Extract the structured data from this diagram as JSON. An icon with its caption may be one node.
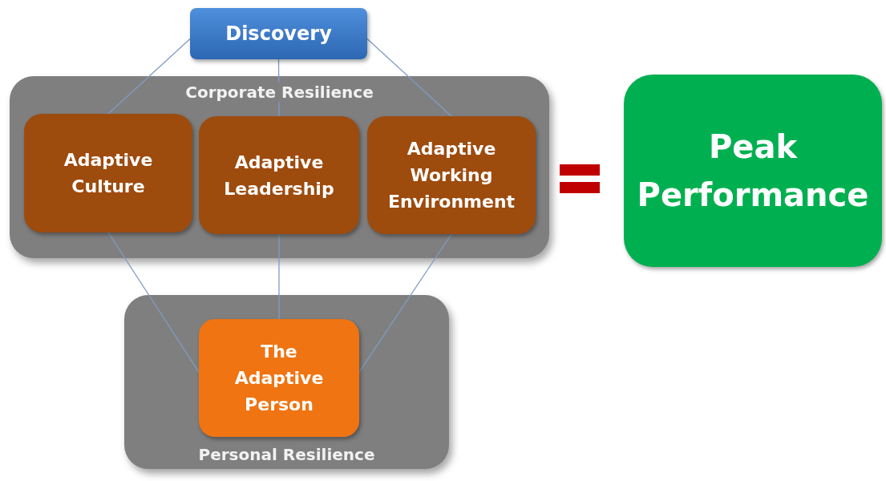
{
  "diagram": {
    "nodes": [
      {
        "text": [
          "Discovery"
        ]
      },
      {
        "text": [
          "Corporate Resilience"
        ]
      },
      {
        "text": [
          "Adaptive Culture"
        ],
        "in": 1
      },
      {
        "text": [
          "Adaptive Leadership"
        ],
        "in": 1
      },
      {
        "text": [
          "Adaptive Working Environment"
        ],
        "in": 1
      },
      {
        "text": [
          "Personal Resilience"
        ]
      },
      {
        "text": [
          "The Adaptive Person"
        ],
        "in": 5
      },
      {
        "text": [
          "Peak Performance"
        ]
      }
    ],
    "edges": [
      {
        "from": 0,
        "to": 2,
        "arrow": "none"
      },
      {
        "from": 0,
        "to": 3,
        "arrow": "none"
      },
      {
        "from": 0,
        "to": 4,
        "arrow": "none"
      },
      {
        "from": 2,
        "to": 6,
        "arrow": "none"
      },
      {
        "from": 3,
        "to": 6,
        "arrow": "none"
      },
      {
        "from": 4,
        "to": 6,
        "arrow": "none"
      }
    ]
  }
}
